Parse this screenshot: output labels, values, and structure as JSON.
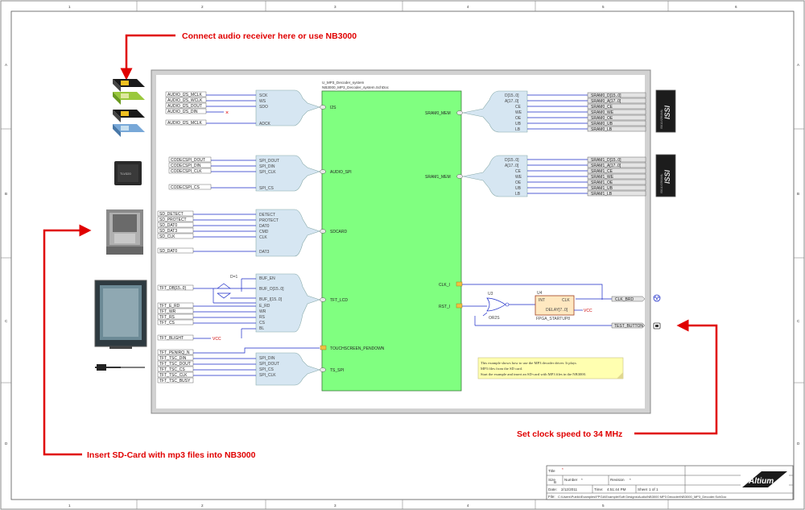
{
  "annotations": {
    "top": "Connect audio receiver here or use NB3000",
    "left": "Insert SD-Card with mp3 files into NB3000",
    "right": "Set clock speed to 34 MHz"
  },
  "border": {
    "columns": [
      "1",
      "2",
      "3",
      "4",
      "5",
      "6"
    ],
    "rows": [
      "A",
      "B",
      "C",
      "D"
    ]
  },
  "main_block": {
    "designator": "U_MP3_Decoder_system",
    "file": "NB3000_MP3_Decoder_system.SchDoc",
    "ports_left": [
      "I2S",
      "AUDIO_SPI",
      "SDCARD",
      "TFT_LCD",
      "TOUCHSCREEN_PENDOWN",
      "TS_SPI"
    ],
    "ports_right": [
      "SRAM0_MEM",
      "SRAM1_MEM",
      "CLK_I",
      "RST_I"
    ]
  },
  "i2s_signals": {
    "nets": [
      "AUDIO_I2S_MCLK",
      "AUDIO_I2S_WCLK",
      "AUDIO_I2S_DOUT",
      "AUDIO_I2S_DIN",
      "AUDIO_I2S_MCLK"
    ],
    "pins": [
      "SCK",
      "WS",
      "SDO",
      "ADCK"
    ]
  },
  "spi_signals": {
    "nets": [
      "CODECSPI_DOUT",
      "CODECSPI_DIN",
      "CODECSPI_CLK",
      "CODECSPI_CS"
    ],
    "pins": [
      "SPI_DOUT",
      "SPI_DIN",
      "SPI_CLK",
      "SPI_CS"
    ]
  },
  "sd_signals": {
    "nets": [
      "SD_DETECT",
      "SD_PROTECT",
      "SD_DAT0",
      "SD_DAT3",
      "SD_CLK",
      "SD_DAT0"
    ],
    "pins": [
      "DETECT",
      "PROTECT",
      "DAT0",
      "CMD",
      "CLK",
      "DAT3"
    ]
  },
  "tft_signals": {
    "nets": [
      "TFT_DB[15..0]",
      "TFT_E_RD",
      "TFT_WR",
      "TFT_RS",
      "TFT_CS",
      "TFT_BLIGHT"
    ],
    "pins": [
      "BUF_EN",
      "BUF_O[15..0]",
      "BUF_I[15..0]",
      "E_RD",
      "WR",
      "RS",
      "CS",
      "BL"
    ],
    "gate": "D=1",
    "vcc": "VCC"
  },
  "ts_signals": {
    "nets": [
      "TFT_PENIRQ_N",
      "TFT_TSC_DIN",
      "TFT_TSC_DOUT",
      "TFT_TSC_CS",
      "TFT_TSC_CLK",
      "TFT_TSC_BUSY"
    ],
    "pins": [
      "SPI_DIN",
      "SPI_DOUT",
      "SPI_CS",
      "SPI_CLK"
    ]
  },
  "sram0": {
    "left": [
      "D[15..0]",
      "A[17..0]",
      "CE",
      "WE",
      "OE",
      "UB",
      "LB"
    ],
    "nets": [
      "SRAM0_D[15..0]",
      "SRAM0_A[17..0]",
      "SRAM0_CE",
      "SRAM0_WE",
      "SRAM0_OE",
      "SRAM0_UB",
      "SRAM0_LB"
    ],
    "chip_text": "ISSI",
    "chip_part": "IS61LV25616AL"
  },
  "sram1": {
    "left": [
      "D[15..0]",
      "A[17..0]",
      "CE",
      "WE",
      "OE",
      "UB",
      "LB"
    ],
    "nets": [
      "SRAM1_D[15..0]",
      "SRAM1_A[17..0]",
      "SRAM1_CE",
      "SRAM1_WE",
      "SRAM1_OE",
      "SRAM1_UB",
      "SRAM1_LB"
    ],
    "chip_text": "ISSI",
    "chip_part": "IS61LV25616AL"
  },
  "clock": {
    "inv": "U3",
    "or_gate": "OR2S",
    "delay_block": "U4",
    "delay_pins": [
      "INT",
      "CLK"
    ],
    "delay_label": "DELAY[7..0]",
    "delay_name": "FPGA_STARTUP8",
    "vcc": "VCC",
    "clk_net": "CLK_BRD",
    "rst_net": "TEST_BUTTON"
  },
  "note": [
    "This example shows how to use the MP3 decoder driver. It plays",
    "MP3 files from the SD card.",
    "Start the example and insert an SD-card with MP3 files in the NB3000."
  ],
  "title_block": {
    "title_label": "Title",
    "title_value": "*",
    "size_label": "Size",
    "size_value": "B",
    "number_label": "Number",
    "number_value": "*",
    "revision_label": "Revision",
    "revision_value": "*",
    "date_label": "Date:",
    "date_value": "2/12/2011",
    "time_label": "Time:",
    "time_value": "4:51:44 PM",
    "sheet_label": "Sheet",
    "sheet_value": "1 of 1",
    "file_label": "File:",
    "file_value": "C:\\Users\\Public\\Examples\\FPGA\\Example\\Soft Designs\\Audio\\NB3000 MP3 Decoder\\NB3000_MP3_Decoder.SchDoc",
    "logo": "Altium"
  },
  "colors": {
    "annotation": "#e00000",
    "block": "#80ff80",
    "harness": "#d6e6f2",
    "wire": "#1a2ac8",
    "note_bg": "#ffffb0"
  }
}
